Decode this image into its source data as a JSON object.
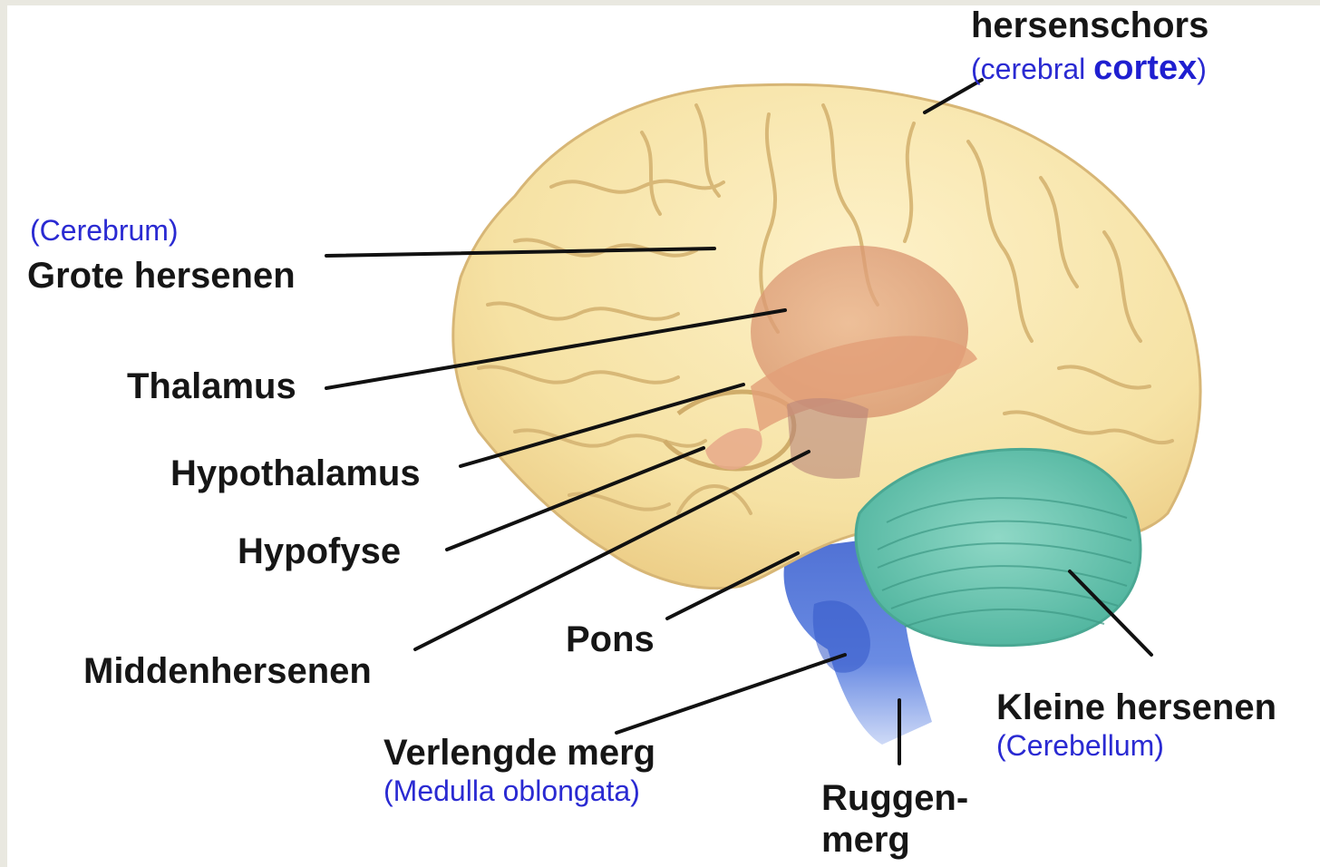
{
  "labels": {
    "cortex": {
      "text": "hersenschors",
      "sub_open": "(cerebral ",
      "sub_bold": "cortex",
      "sub_close": ")"
    },
    "cerebrum": {
      "text": "Grote hersenen",
      "sub": "(Cerebrum)"
    },
    "thalamus": {
      "text": "Thalamus"
    },
    "hypothalamus": {
      "text": "Hypothalamus"
    },
    "hypofyse": {
      "text": "Hypofyse"
    },
    "middenhersenen": {
      "text": "Middenhersenen"
    },
    "pons": {
      "text": "Pons"
    },
    "verlengde_merg": {
      "text": "Verlengde merg",
      "sub": "(Medulla oblongata)"
    },
    "ruggenmerg": {
      "line1": "Ruggen-",
      "line2": "merg"
    },
    "cerebellum": {
      "text": "Kleine hersenen",
      "sub": "(Cerebellum)"
    }
  },
  "colors": {
    "background": "#ffffff",
    "frame": "#e9e8e0",
    "cerebrum": "#f6e2a4",
    "sulci": "#d8b877",
    "thalamus": "#e3a27c",
    "brainstem": "#4a6fd6",
    "cerebellum": "#6cc7b4",
    "label_text": "#161616",
    "latin_text": "#2a2ad2",
    "leader_line": "#111111"
  }
}
